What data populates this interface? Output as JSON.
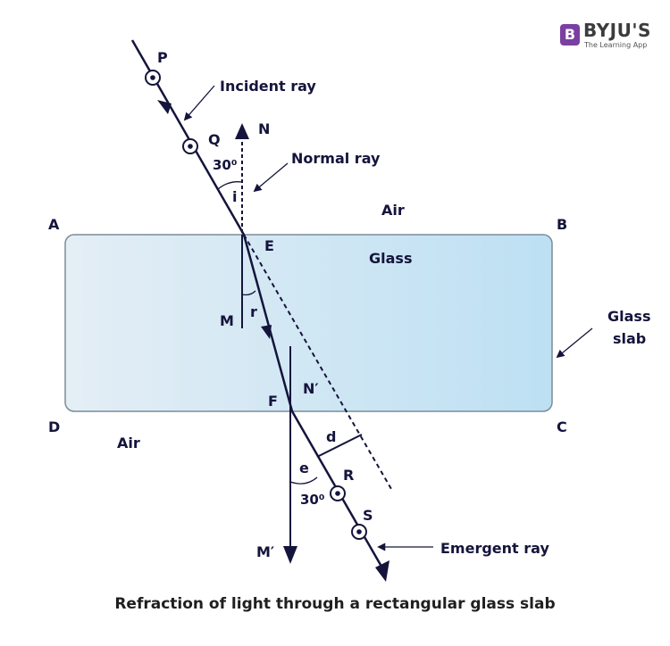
{
  "logo": {
    "badge": "B",
    "name": "BYJU'S",
    "tagline": "The Learning App"
  },
  "points": {
    "P": "P",
    "Q": "Q",
    "N": "N",
    "A": "A",
    "B": "B",
    "E": "E",
    "M": "M",
    "F": "F",
    "N_prime": "N′",
    "D": "D",
    "C": "C",
    "R": "R",
    "S": "S",
    "M_prime": "M′"
  },
  "angles": {
    "i": "i",
    "r": "r",
    "e": "e",
    "d": "d",
    "incident_value": "30⁰",
    "emergent_value": "30⁰"
  },
  "media": {
    "air_top": "Air",
    "glass": "Glass",
    "air_bottom": "Air"
  },
  "callouts": {
    "incident_ray": "Incident ray",
    "normal_ray": "Normal ray",
    "glass_slab_line1": "Glass",
    "glass_slab_line2": "slab",
    "emergent_ray": "Emergent ray"
  },
  "caption": "Refraction of light through a rectangular glass slab",
  "colors": {
    "ray": "#14143c",
    "glass_fill": "#cfe8f6",
    "glass_border": "#7b8c99"
  }
}
